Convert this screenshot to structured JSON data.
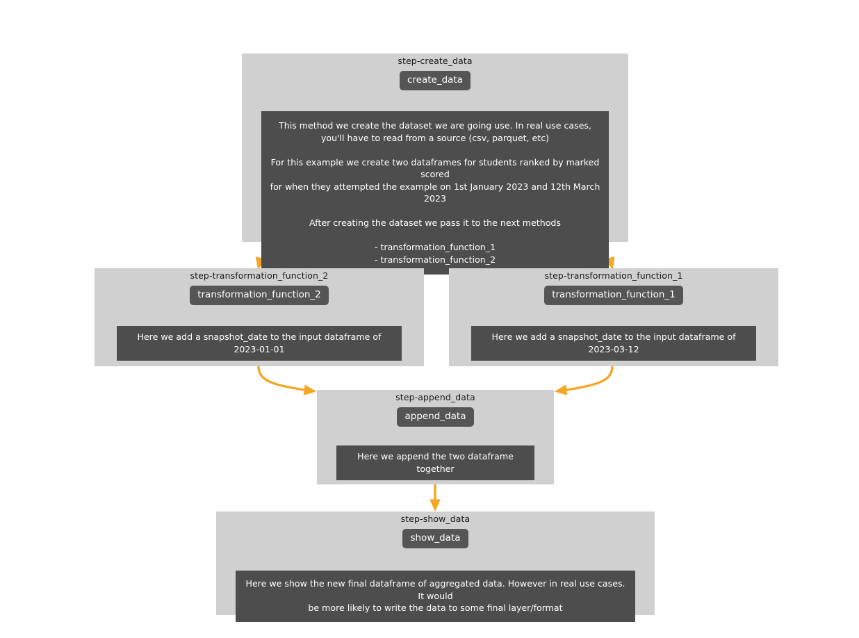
{
  "diagram": {
    "title": "pipeline-dag",
    "edge_color": "#f5a623",
    "node_bg": "#d0d0d0",
    "badge_bg": "#555555",
    "desc_bg": "#4d4d4d",
    "nodes": [
      {
        "id": "create_data",
        "title": "step-create_data",
        "badge": "create_data",
        "description": "This method we create the dataset we are going use. In real use cases,\nyou'll have to read from a source (csv, parquet, etc)\n\nFor this example we create two dataframes for students ranked by marked scored\nfor when they attempted the example on 1st January 2023 and 12th March 2023\n\nAfter creating the dataset we pass it to the next methods\n\n- transformation_function_1\n- transformation_function_2"
      },
      {
        "id": "transformation_function_2",
        "title": "step-transformation_function_2",
        "badge": "transformation_function_2",
        "description": "Here we add a snapshot_date to the input dataframe of 2023-01-01"
      },
      {
        "id": "transformation_function_1",
        "title": "step-transformation_function_1",
        "badge": "transformation_function_1",
        "description": "Here we add a snapshot_date to the input dataframe of 2023-03-12"
      },
      {
        "id": "append_data",
        "title": "step-append_data",
        "badge": "append_data",
        "description": "Here we append the two dataframe together"
      },
      {
        "id": "show_data",
        "title": "step-show_data",
        "badge": "show_data",
        "description": "Here we show the new final dataframe of aggregated data. However in real use cases. It would\nbe more likely to write the data to some final layer/format"
      }
    ],
    "edges": [
      {
        "from": "create_data",
        "to": "transformation_function_2"
      },
      {
        "from": "create_data",
        "to": "transformation_function_1"
      },
      {
        "from": "transformation_function_2",
        "to": "append_data"
      },
      {
        "from": "transformation_function_1",
        "to": "append_data"
      },
      {
        "from": "append_data",
        "to": "show_data"
      }
    ]
  }
}
